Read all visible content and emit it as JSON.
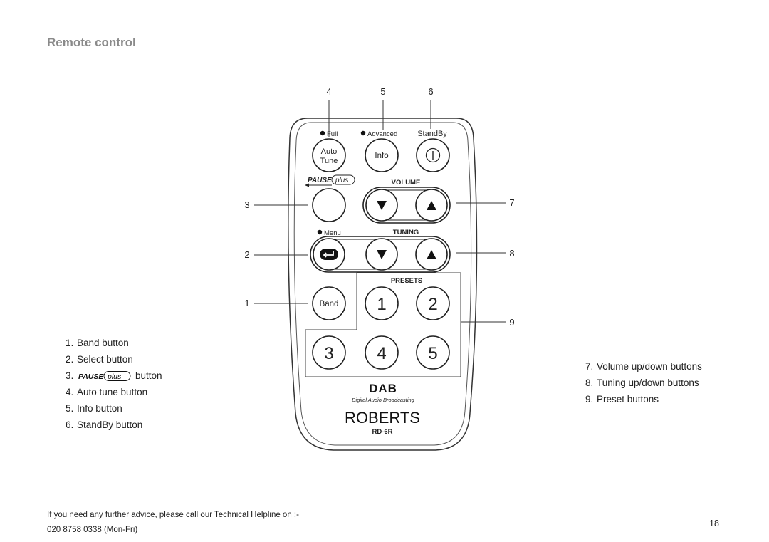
{
  "page": {
    "title": "Remote control",
    "page_number": "18",
    "footer": {
      "line1": "If you need any further advice, please call our Technical Helpline on :-",
      "line2": "020 8758 0338 (Mon-Fri)"
    }
  },
  "legend_left": [
    {
      "num": "1.",
      "text": "Band button"
    },
    {
      "num": "2.",
      "text": "Select button"
    },
    {
      "num": "3.",
      "text": "button",
      "logo": "PAUSEplus"
    },
    {
      "num": "4.",
      "text": "Auto tune button"
    },
    {
      "num": "5.",
      "text": "Info button"
    },
    {
      "num": "6.",
      "text": "StandBy button"
    }
  ],
  "legend_right": [
    {
      "num": "7.",
      "text": "Volume up/down buttons"
    },
    {
      "num": "8.",
      "text": "Tuning up/down buttons"
    },
    {
      "num": "9.",
      "text": "Preset buttons"
    }
  ],
  "remote": {
    "callouts": {
      "c1": "1",
      "c2": "2",
      "c3": "3",
      "c4": "4",
      "c5": "5",
      "c6": "6",
      "c7": "7",
      "c8": "8",
      "c9": "9"
    },
    "indicators": {
      "full": "Full",
      "advanced": "Advanced",
      "standby": "StandBy",
      "menu": "Menu"
    },
    "buttons": {
      "auto_line1": "Auto",
      "auto_line2": "Tune",
      "info": "Info",
      "band": "Band",
      "preset_1": "1",
      "preset_2": "2",
      "preset_3": "3",
      "preset_4": "4",
      "preset_5": "5"
    },
    "sections": {
      "volume": "VOLUME",
      "tuning": "TUNING",
      "presets": "PRESETS"
    },
    "logos": {
      "pause_main": "PAUSE",
      "pause_script": "plus",
      "dab": "DAB",
      "dab_caption": "Digital Audio Broadcasting",
      "brand": "ROBERTS",
      "model": "RD-6R"
    }
  }
}
